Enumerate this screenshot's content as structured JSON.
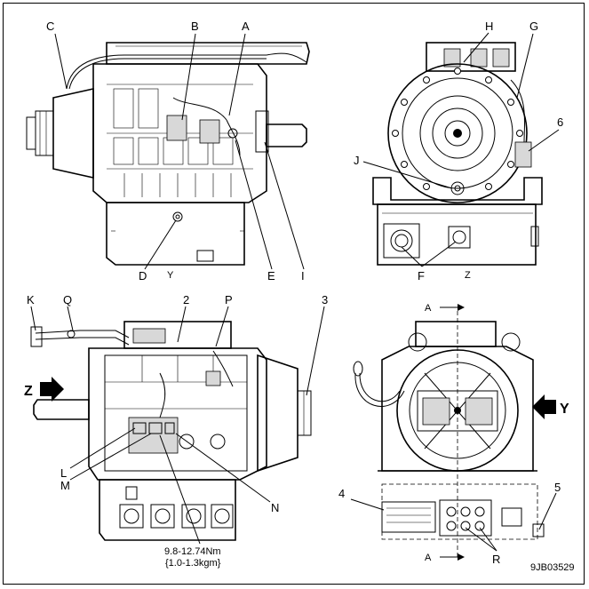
{
  "views": {
    "top_left": {
      "callouts": [
        "C",
        "B",
        "A",
        "D",
        "E",
        "I"
      ],
      "view_label": "Y"
    },
    "top_right": {
      "callouts": [
        "H",
        "G",
        "6",
        "J",
        "F"
      ],
      "view_label": "Z"
    },
    "bottom_left": {
      "callouts": [
        "K",
        "Q",
        "2",
        "P",
        "3",
        "L",
        "M",
        "N"
      ],
      "arrow_label": "Z",
      "torque_line1": "9.8-12.74Nm",
      "torque_line2": "{1.0-1.3kgm}"
    },
    "bottom_right": {
      "callouts": [
        "4",
        "5",
        "R"
      ],
      "arrow_label": "Y",
      "section_top": "A",
      "section_bottom": "A"
    }
  },
  "figure_id": "9JB03529"
}
